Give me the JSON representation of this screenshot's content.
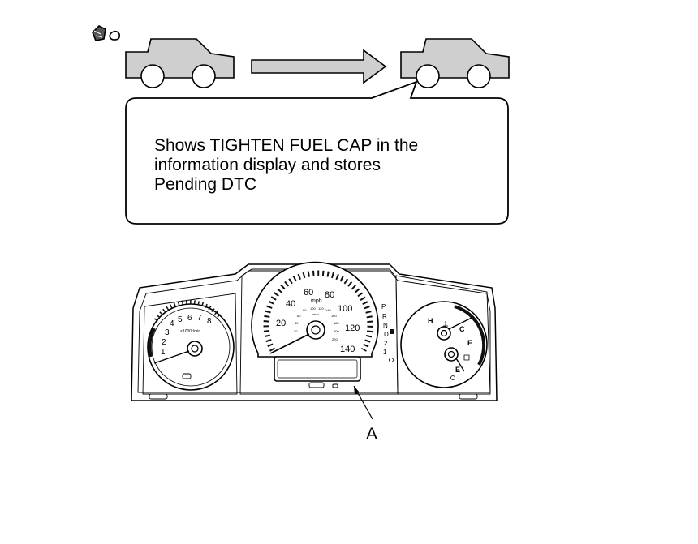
{
  "callout": {
    "lines": [
      "Shows TIGHTEN FUEL CAP in the",
      "information display and stores",
      "Pending DTC"
    ]
  },
  "callout_label": "A",
  "cluster": {
    "tach_ticks": [
      "1",
      "2",
      "3",
      "4",
      "5",
      "6",
      "7",
      "8"
    ],
    "tach_unit": "×1000r/min",
    "speed_unit": "mph",
    "speed_ticks": [
      "20",
      "40",
      "60",
      "80",
      "100",
      "120",
      "140"
    ],
    "speed_inner_ticks": [
      "20",
      "40",
      "60",
      "80",
      "100",
      "120",
      "140",
      "160",
      "180",
      "200",
      "220"
    ],
    "speed_inner_unit": "km/h",
    "gear_letters": [
      "P",
      "R",
      "N",
      "D",
      "2",
      "1"
    ],
    "temp_letters": [
      "H",
      "C"
    ],
    "fuel_letters": [
      "F",
      "E"
    ]
  },
  "colors": {
    "car_fill": "#cfcfcf",
    "line": "#000000",
    "dial_black": "#111111"
  }
}
